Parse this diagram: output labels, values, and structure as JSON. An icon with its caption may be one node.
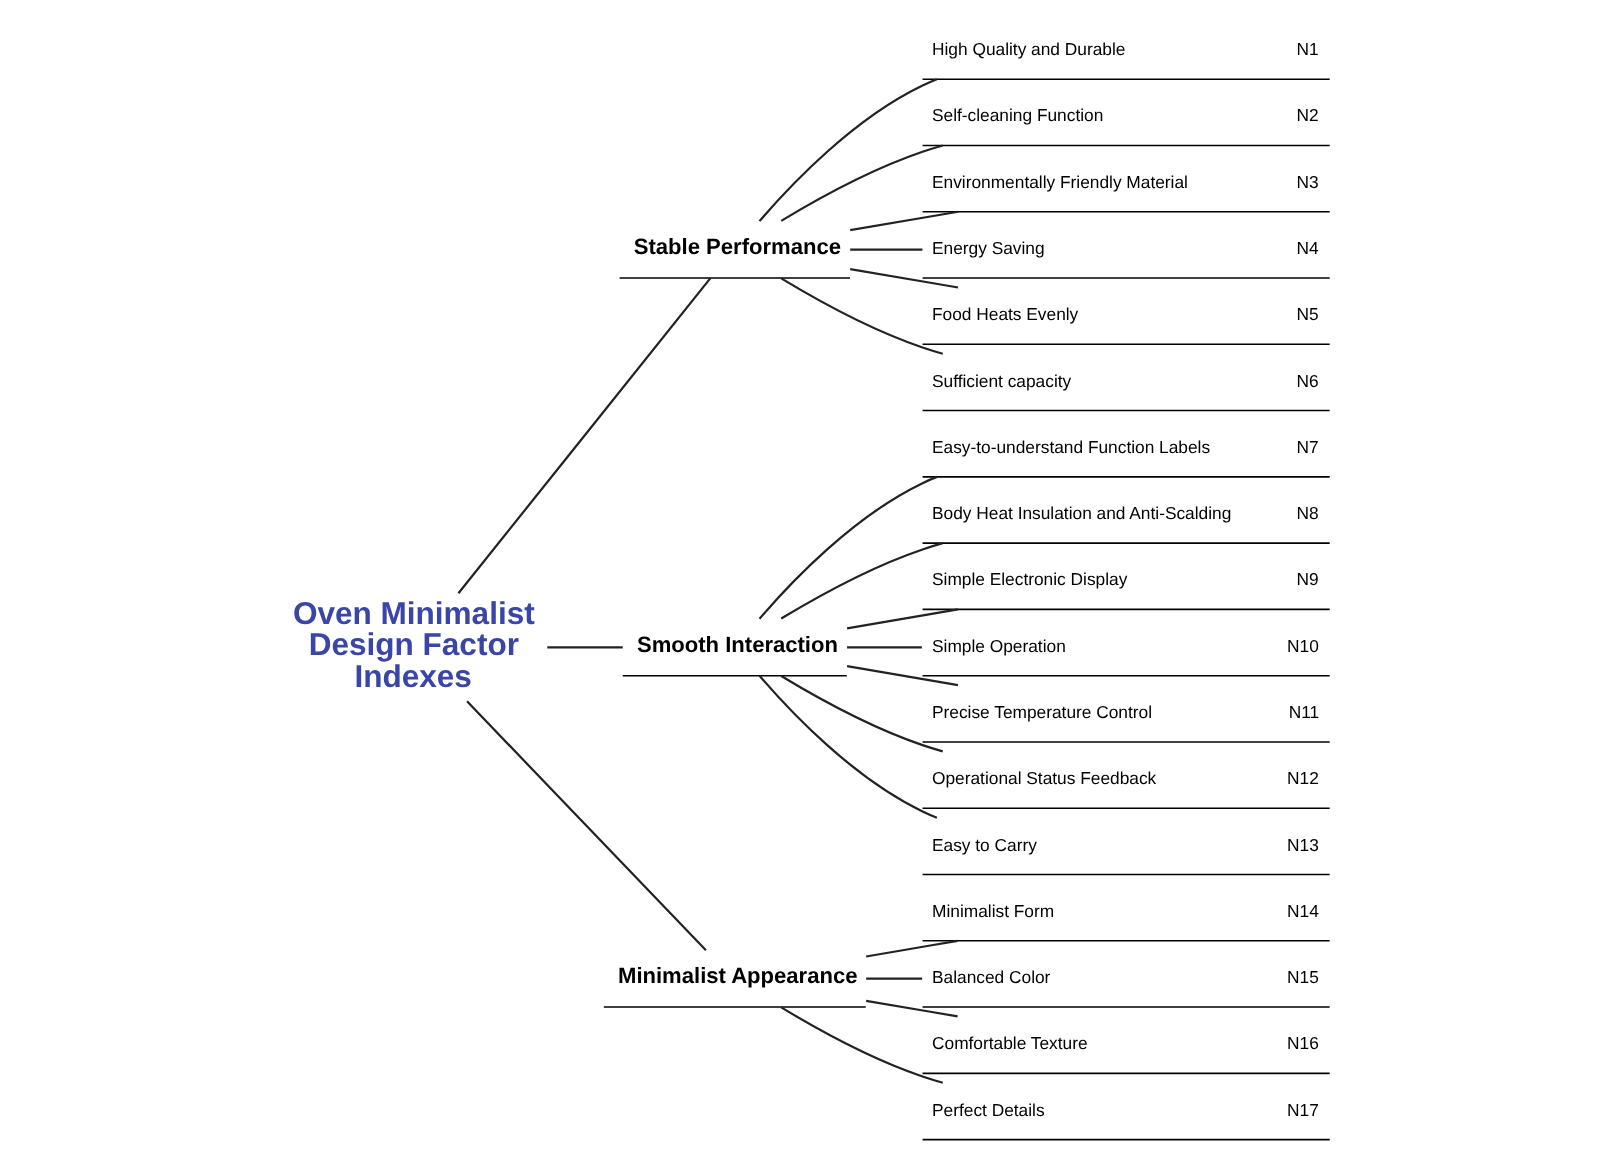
{
  "diagram": {
    "nodes": [
      {
        "text": [
          "Oven Minimalist Design Factor Indexes"
        ]
      },
      {
        "text": [
          "Stable Performance"
        ]
      },
      {
        "text": [
          "High Quality and Durable",
          "N1"
        ]
      },
      {
        "text": [
          "Self-cleaning Function",
          "N2"
        ]
      },
      {
        "text": [
          "Environmentally Friendly Material",
          "N3"
        ]
      },
      {
        "text": [
          "Energy Saving",
          "N4"
        ]
      },
      {
        "text": [
          "Food Heats Evenly",
          "N5"
        ]
      },
      {
        "text": [
          "Sufficient capacity",
          "N6"
        ]
      },
      {
        "text": [
          "Smooth Interaction"
        ]
      },
      {
        "text": [
          "Easy-to-understand Function Labels",
          "N7"
        ]
      },
      {
        "text": [
          "Body Heat Insulation and Anti-Scalding",
          "N8"
        ]
      },
      {
        "text": [
          "Simple Electronic Display",
          "N9"
        ]
      },
      {
        "text": [
          "Simple Operation",
          "N10"
        ]
      },
      {
        "text": [
          "Precise Temperature Control",
          "N11"
        ]
      },
      {
        "text": [
          "Operational Status Feedback",
          "N12"
        ]
      },
      {
        "text": [
          "Easy to Carry",
          "N13"
        ]
      },
      {
        "text": [
          "Minimalist Appearance"
        ]
      },
      {
        "text": [
          "Minimalist Form",
          "N14"
        ]
      },
      {
        "text": [
          "Balanced Color",
          "N15"
        ]
      },
      {
        "text": [
          "Comfortable Texture",
          "N16"
        ]
      },
      {
        "text": [
          "Perfect Details",
          "N17"
        ]
      }
    ],
    "edges": [
      {
        "from": 0,
        "to": 1,
        "arrow": "none"
      },
      {
        "from": 1,
        "to": 2,
        "arrow": "none"
      },
      {
        "from": 1,
        "to": 3,
        "arrow": "none"
      },
      {
        "from": 1,
        "to": 4,
        "arrow": "none"
      },
      {
        "from": 1,
        "to": 5,
        "arrow": "none"
      },
      {
        "from": 1,
        "to": 6,
        "arrow": "none"
      },
      {
        "from": 1,
        "to": 7,
        "arrow": "none"
      },
      {
        "from": 0,
        "to": 8,
        "arrow": "none"
      },
      {
        "from": 8,
        "to": 9,
        "arrow": "none"
      },
      {
        "from": 8,
        "to": 10,
        "arrow": "none"
      },
      {
        "from": 8,
        "to": 11,
        "arrow": "none"
      },
      {
        "from": 8,
        "to": 12,
        "arrow": "none"
      },
      {
        "from": 8,
        "to": 13,
        "arrow": "none"
      },
      {
        "from": 8,
        "to": 14,
        "arrow": "none"
      },
      {
        "from": 8,
        "to": 15,
        "arrow": "none"
      },
      {
        "from": 0,
        "to": 16,
        "arrow": "none"
      },
      {
        "from": 16,
        "to": 17,
        "arrow": "none"
      },
      {
        "from": 16,
        "to": 18,
        "arrow": "none"
      },
      {
        "from": 16,
        "to": 19,
        "arrow": "none"
      },
      {
        "from": 16,
        "to": 20,
        "arrow": "none"
      }
    ]
  }
}
